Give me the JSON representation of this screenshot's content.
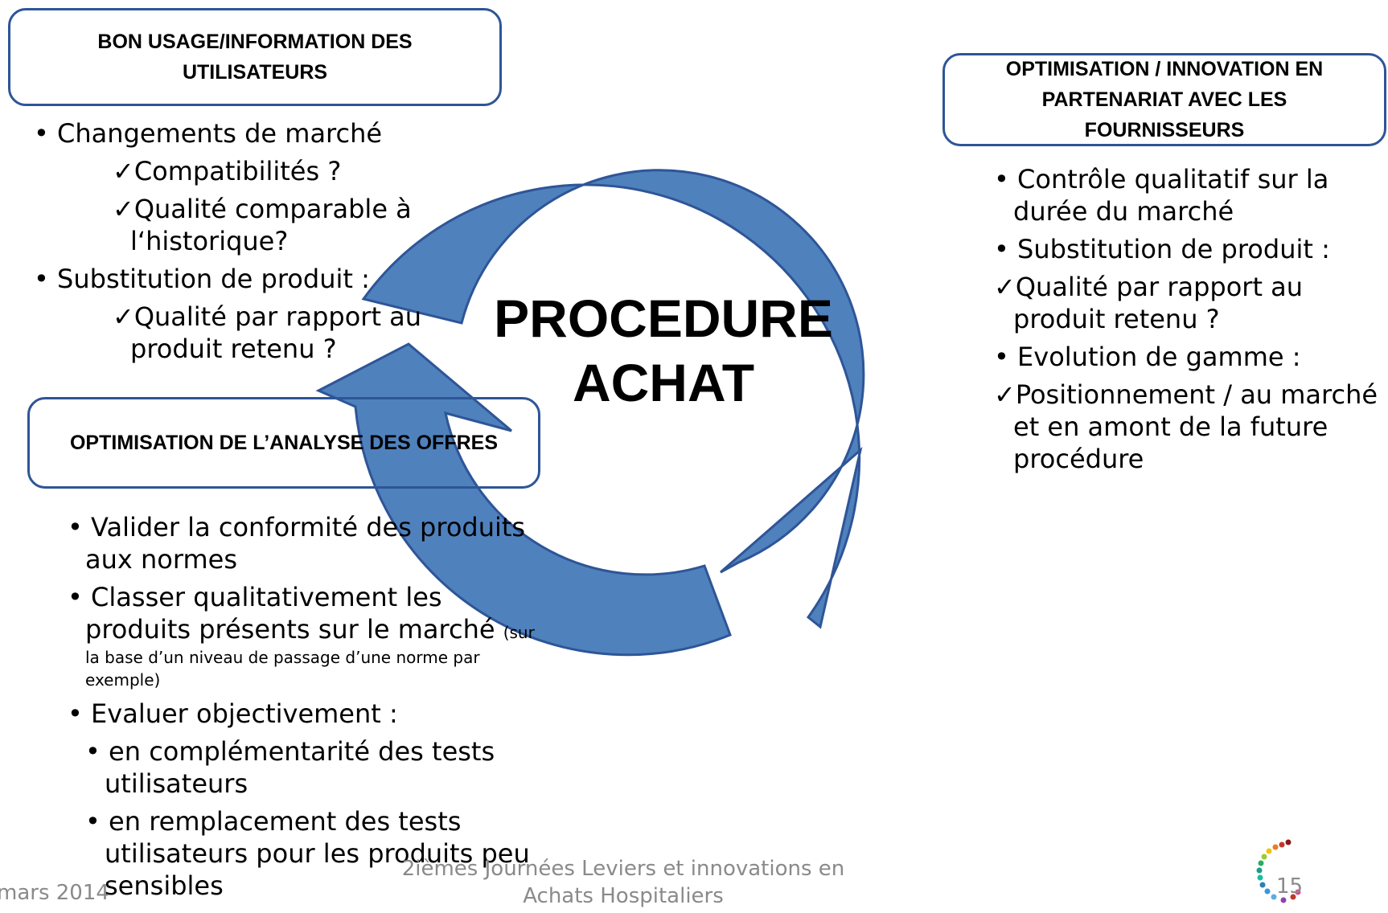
{
  "center": {
    "line1": "PROCEDURE",
    "line2": "ACHAT"
  },
  "box_left_top": {
    "line1": "BON USAGE/INFORMATION DES",
    "line2": "UTILISATEURS"
  },
  "box_right": {
    "line1": "OPTIMISATION / INNOVATION EN",
    "line2": "PARTENARIAT AVEC LES",
    "line3": "FOURNISSEURS"
  },
  "box_left_mid": {
    "line1": "OPTIMISATION DE L’ANALYSE DES OFFRES"
  },
  "left_top_list": {
    "b1": "• Changements de marché",
    "c1": "✓Compatibilités ?",
    "c2a": "✓Qualité comparable à",
    "c2b": "l‘historique?",
    "b2": "• Substitution de produit :",
    "c3a": "✓Qualité par rapport au",
    "c3b": "produit retenu ?"
  },
  "right_list": {
    "l1": "• Contrôle qualitatif sur la",
    "l2": "durée du marché",
    "l3": "• Substitution de produit :",
    "l4": "✓Qualité par rapport au",
    "l5": "produit retenu ?",
    "l6": "• Evolution de gamme :",
    "l7": "✓Positionnement / au marché",
    "l8": "et en amont de la future",
    "l9": "procédure"
  },
  "left_bottom_list": {
    "l1": "• Valider la conformité des produits",
    "l2": "aux normes",
    "l3": "• Classer qualitativement les",
    "l4": "produits présents sur le marché",
    "l4_small": "(sur",
    "l5_small": "la base d’un niveau de passage d’une norme par",
    "l6_small": "exemple)",
    "l7": "• Evaluer objectivement :",
    "l8": "• en complémentarité des tests",
    "l9": "utilisateurs",
    "l10": "• en remplacement des tests",
    "l11": "utilisateurs pour les produits peu",
    "l12": "sensibles"
  },
  "footer": {
    "date": "mars 2014",
    "event_line1": "2ièmes Journées Leviers et innovations en",
    "event_line2": "Achats Hospitaliers",
    "page_number": "15"
  },
  "colors": {
    "arrow_fill": "#4F81BD",
    "arrow_stroke": "#2E5597",
    "box_border": "#2E5597"
  }
}
